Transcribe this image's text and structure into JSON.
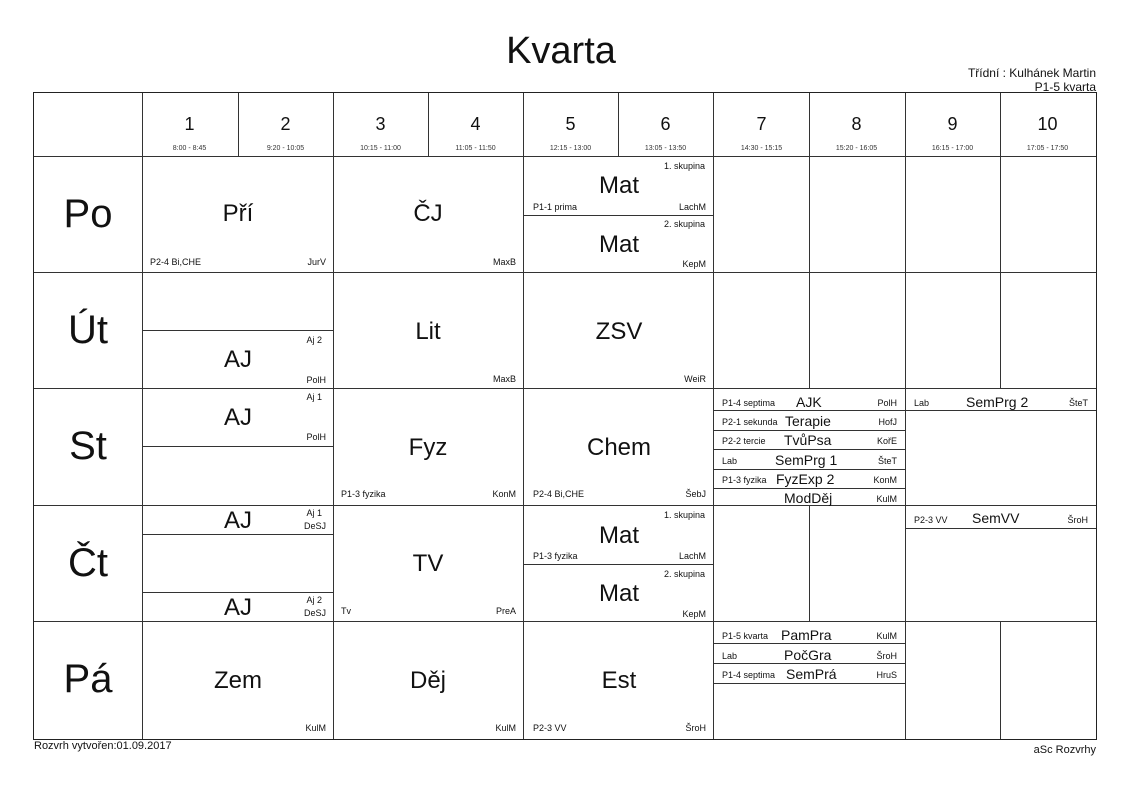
{
  "title": "Kvarta",
  "teacher": "Třídní : Kulhánek Martin",
  "class_code": "P1-5 kvarta",
  "footer_left": "Rozvrh vytvořen:01.09.2017",
  "footer_right": "aSc Rozvrhy",
  "periods": [
    {
      "num": "1",
      "time": "8:00 - 8:45"
    },
    {
      "num": "2",
      "time": "9:20 - 10:05"
    },
    {
      "num": "3",
      "time": "10:15 - 11:00"
    },
    {
      "num": "4",
      "time": "11:05 - 11:50"
    },
    {
      "num": "5",
      "time": "12:15 - 13:00"
    },
    {
      "num": "6",
      "time": "13:05 - 13:50"
    },
    {
      "num": "7",
      "time": "14:30 - 15:15"
    },
    {
      "num": "8",
      "time": "15:20 - 16:05"
    },
    {
      "num": "9",
      "time": "16:15 - 17:00"
    },
    {
      "num": "10",
      "time": "17:05 - 17:50"
    }
  ],
  "days": [
    "Po",
    "Út",
    "St",
    "Čt",
    "Pá"
  ],
  "lessons": {
    "po_pri": {
      "subject": "Pří",
      "room": "P2-4 Bi,CHE",
      "teacher": "JurV"
    },
    "po_cj": {
      "subject": "ČJ",
      "teacher": "MaxB"
    },
    "po_mat1": {
      "subject": "Mat",
      "group": "1. skupina",
      "room": "P1-1 prima",
      "teacher": "LachM"
    },
    "po_mat2": {
      "subject": "Mat",
      "group": "2. skupina",
      "teacher": "KepM"
    },
    "ut_aj": {
      "subject": "AJ",
      "group": "Aj 2",
      "teacher": "PolH"
    },
    "ut_lit": {
      "subject": "Lit",
      "teacher": "MaxB"
    },
    "ut_zsv": {
      "subject": "ZSV",
      "teacher": "WeiR"
    },
    "st_aj": {
      "subject": "AJ",
      "group": "Aj 1",
      "teacher": "PolH"
    },
    "st_fyz": {
      "subject": "Fyz",
      "room": "P1-3 fyzika",
      "teacher": "KonM"
    },
    "st_chem": {
      "subject": "Chem",
      "room": "P2-4 Bi,CHE",
      "teacher": "ŠebJ"
    },
    "st_78": [
      {
        "room": "P1-4 septima",
        "subject": "AJK",
        "teacher": "PolH"
      },
      {
        "room": "P2-1 sekunda",
        "subject": "Terapie",
        "teacher": "HofJ"
      },
      {
        "room": "P2-2 tercie",
        "subject": "TvůPsa",
        "teacher": "KořE"
      },
      {
        "room": "Lab",
        "subject": "SemPrg 1",
        "teacher": "ŠteT"
      },
      {
        "room": "P1-3 fyzika",
        "subject": "FyzExp 2",
        "teacher": "KonM"
      },
      {
        "room": "",
        "subject": "ModDěj",
        "teacher": "KulM"
      }
    ],
    "st_910": {
      "room": "Lab",
      "subject": "SemPrg 2",
      "teacher": "ŠteT"
    },
    "ct_aj1": {
      "subject": "AJ",
      "group": "Aj 1",
      "teacher": "DeSJ"
    },
    "ct_aj2": {
      "subject": "AJ",
      "group": "Aj 2",
      "teacher": "DeSJ"
    },
    "ct_tv": {
      "subject": "TV",
      "room": "Tv",
      "teacher": "PreA"
    },
    "ct_mat1": {
      "subject": "Mat",
      "group": "1. skupina",
      "room": "P1-3 fyzika",
      "teacher": "LachM"
    },
    "ct_mat2": {
      "subject": "Mat",
      "group": "2. skupina",
      "teacher": "KepM"
    },
    "ct_910": {
      "room": "P2-3 VV",
      "subject": "SemVV",
      "teacher": "ŠroH"
    },
    "pa_zem": {
      "subject": "Zem",
      "teacher": "KulM"
    },
    "pa_dej": {
      "subject": "Děj",
      "teacher": "KulM"
    },
    "pa_est": {
      "subject": "Est",
      "room": "P2-3 VV",
      "teacher": "ŠroH"
    },
    "pa_78": [
      {
        "room": "P1-5 kvarta",
        "subject": "PamPra",
        "teacher": "KulM"
      },
      {
        "room": "Lab",
        "subject": "PočGra",
        "teacher": "ŠroH"
      },
      {
        "room": "P1-4 septima",
        "subject": "SemPrá",
        "teacher": "HruS"
      }
    ]
  }
}
